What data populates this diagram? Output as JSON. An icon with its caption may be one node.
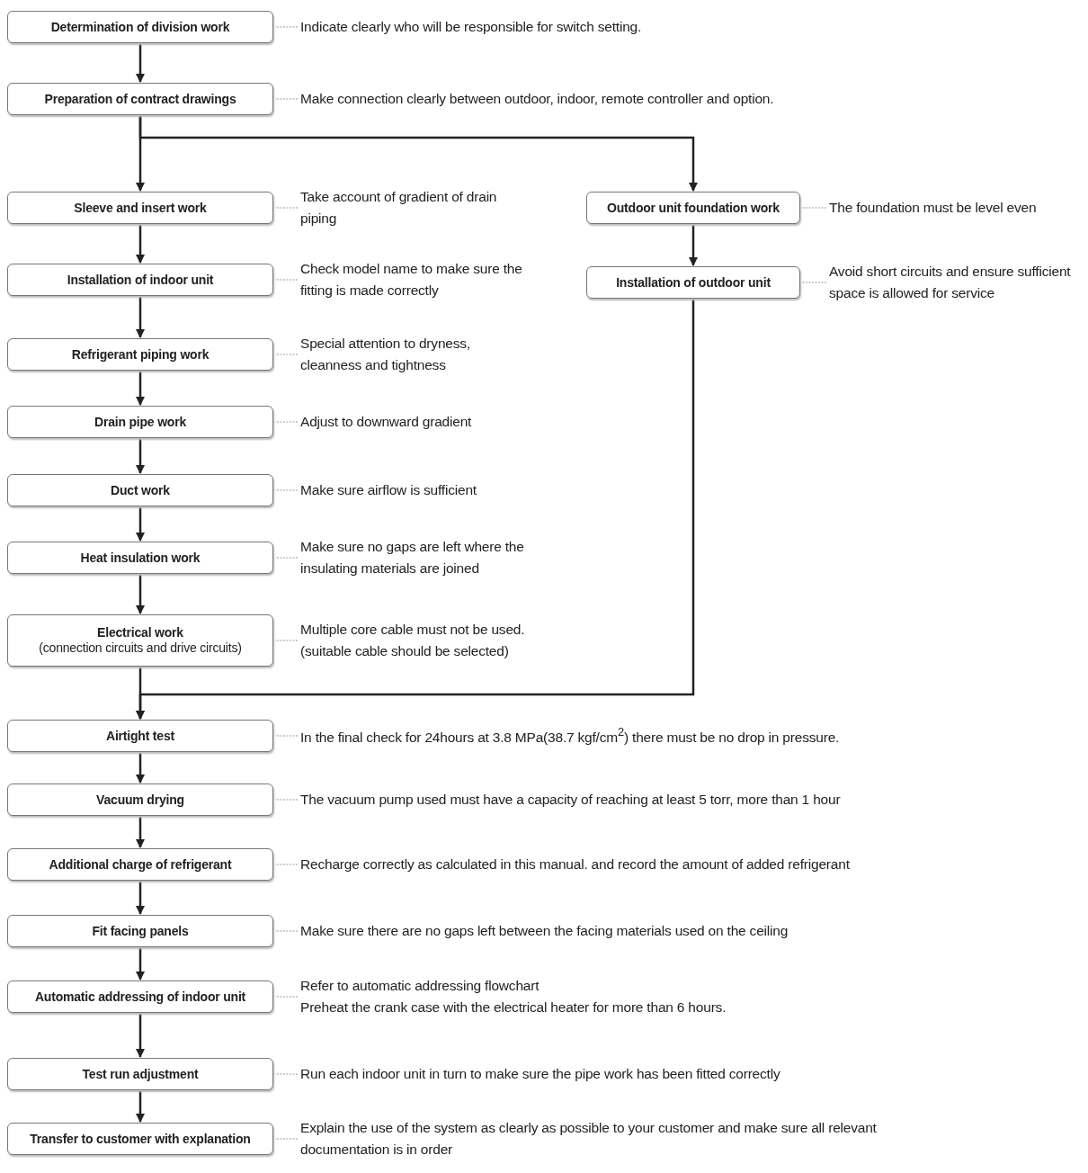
{
  "diagram": {
    "nodes": [
      {
        "text": [
          "Determination of division work"
        ]
      },
      {
        "text": [
          "Indicate clearly who will be responsible for switch setting."
        ]
      },
      {
        "text": [
          "Preparation of contract drawings"
        ]
      },
      {
        "text": [
          "Make connection clearly between outdoor, indoor, remote controller and option."
        ]
      },
      {
        "text": [
          "Sleeve and insert work"
        ]
      },
      {
        "text": [
          "Take account of gradient of drain piping"
        ]
      },
      {
        "text": [
          "Outdoor unit foundation work"
        ]
      },
      {
        "text": [
          "The foundation must be level even"
        ]
      },
      {
        "text": [
          "Installation of indoor unit"
        ]
      },
      {
        "text": [
          "Check model name to make sure the fitting is made correctly"
        ]
      },
      {
        "text": [
          "Installation of outdoor unit"
        ]
      },
      {
        "text": [
          "Avoid short circuits and ensure sufficient space is allowed for service"
        ]
      },
      {
        "text": [
          "Refrigerant piping work"
        ]
      },
      {
        "text": [
          "Special attention to dryness, cleanness and tightness"
        ]
      },
      {
        "text": [
          "Drain pipe work"
        ]
      },
      {
        "text": [
          "Adjust to downward gradient"
        ]
      },
      {
        "text": [
          "Duct work"
        ]
      },
      {
        "text": [
          "Make sure airflow is sufficient"
        ]
      },
      {
        "text": [
          "Heat insulation work"
        ]
      },
      {
        "text": [
          "Make sure no gaps are left where the insulating materials are joined"
        ]
      },
      {
        "text": [
          "Electrical work",
          "(connection circuits and drive circuits)"
        ]
      },
      {
        "text": [
          "Multiple core cable must not be used. (suitable cable should be selected)"
        ]
      },
      {
        "text": [
          "Airtight test"
        ]
      },
      {
        "text": [
          "In the final check for 24hours at 3.8 MPa(38.7 kgf/cm$^{2}$) there must be no drop in pressure."
        ]
      },
      {
        "text": [
          "Vacuum drying"
        ]
      },
      {
        "text": [
          "The vacuum pump used must have a capacity of reaching at least 5 torr, more than 1 hour"
        ]
      },
      {
        "text": [
          "Additional charge of refrigerant"
        ]
      },
      {
        "text": [
          "Recharge correctly as calculated in this manual. and record the amount of added refrigerant"
        ]
      },
      {
        "text": [
          "Fit facing panels"
        ]
      },
      {
        "text": [
          "Make sure there are no gaps left between the facing materials used on the ceiling"
        ]
      },
      {
        "text": [
          "Automatic addressing of indoor unit"
        ]
      },
      {
        "text": [
          "Refer to automatic addressing flowchart",
          "Preheat the crank case with the electrical  heater for more than 6 hours."
        ]
      },
      {
        "text": [
          "Test run adjustment"
        ]
      },
      {
        "text": [
          "Run each indoor unit in turn to make sure the pipe work has been fitted correctly"
        ]
      },
      {
        "text": [
          "Transfer to customer with explanation"
        ]
      },
      {
        "text": [
          "Explain the use of the system as clearly as possible to your customer and make sure all relevant documentation is in order"
        ]
      }
    ],
    "edges": [
      {
        "from": 0,
        "to": 2,
        "arrow": "to"
      },
      {
        "from": 2,
        "to": 4,
        "arrow": "to"
      },
      {
        "from": 2,
        "to": 6,
        "arrow": "to"
      },
      {
        "from": 4,
        "to": 8,
        "arrow": "to"
      },
      {
        "from": 6,
        "to": 10,
        "arrow": "to"
      },
      {
        "from": 8,
        "to": 12,
        "arrow": "to"
      },
      {
        "from": 12,
        "to": 14,
        "arrow": "to"
      },
      {
        "from": 14,
        "to": 16,
        "arrow": "to"
      },
      {
        "from": 16,
        "to": 18,
        "arrow": "to"
      },
      {
        "from": 18,
        "to": 20,
        "arrow": "to"
      },
      {
        "from": 20,
        "to": 22,
        "arrow": "to"
      },
      {
        "from": 10,
        "to": 22,
        "arrow": "to"
      },
      {
        "from": 22,
        "to": 24,
        "arrow": "to"
      },
      {
        "from": 24,
        "to": 26,
        "arrow": "to"
      },
      {
        "from": 26,
        "to": 28,
        "arrow": "to"
      },
      {
        "from": 28,
        "to": 30,
        "arrow": "to"
      },
      {
        "from": 30,
        "to": 32,
        "arrow": "to"
      },
      {
        "from": 32,
        "to": 34,
        "arrow": "to"
      },
      {
        "from": 1,
        "to": 0,
        "arrow": "none",
        "style": "dashed",
        "color": "#999999"
      },
      {
        "from": 3,
        "to": 2,
        "arrow": "none",
        "style": "dashed",
        "color": "#999999"
      },
      {
        "from": 5,
        "to": 4,
        "arrow": "none",
        "style": "dashed",
        "color": "#999999"
      },
      {
        "from": 7,
        "to": 6,
        "arrow": "none",
        "style": "dashed",
        "color": "#999999"
      },
      {
        "from": 9,
        "to": 8,
        "arrow": "none",
        "style": "dashed",
        "color": "#999999"
      },
      {
        "from": 11,
        "to": 10,
        "arrow": "none",
        "style": "dashed",
        "color": "#999999"
      },
      {
        "from": 13,
        "to": 12,
        "arrow": "none",
        "style": "dashed",
        "color": "#999999"
      },
      {
        "from": 15,
        "to": 14,
        "arrow": "none",
        "style": "dashed",
        "color": "#999999"
      },
      {
        "from": 17,
        "to": 16,
        "arrow": "none",
        "style": "dashed",
        "color": "#999999"
      },
      {
        "from": 19,
        "to": 18,
        "arrow": "none",
        "style": "dashed",
        "color": "#999999"
      },
      {
        "from": 21,
        "to": 20,
        "arrow": "none",
        "style": "dashed",
        "color": "#999999"
      },
      {
        "from": 23,
        "to": 22,
        "arrow": "none",
        "style": "dashed",
        "color": "#999999"
      },
      {
        "from": 25,
        "to": 24,
        "arrow": "none",
        "style": "dashed",
        "color": "#999999"
      },
      {
        "from": 27,
        "to": 26,
        "arrow": "none",
        "style": "dashed",
        "color": "#999999"
      },
      {
        "from": 29,
        "to": 28,
        "arrow": "none",
        "style": "dashed",
        "color": "#999999"
      },
      {
        "from": 31,
        "to": 30,
        "arrow": "none",
        "style": "dashed",
        "color": "#999999"
      },
      {
        "from": 33,
        "to": 32,
        "arrow": "none",
        "style": "dashed",
        "color": "#999999"
      },
      {
        "from": 35,
        "to": 34,
        "arrow": "none",
        "style": "dashed",
        "color": "#999999"
      }
    ]
  }
}
